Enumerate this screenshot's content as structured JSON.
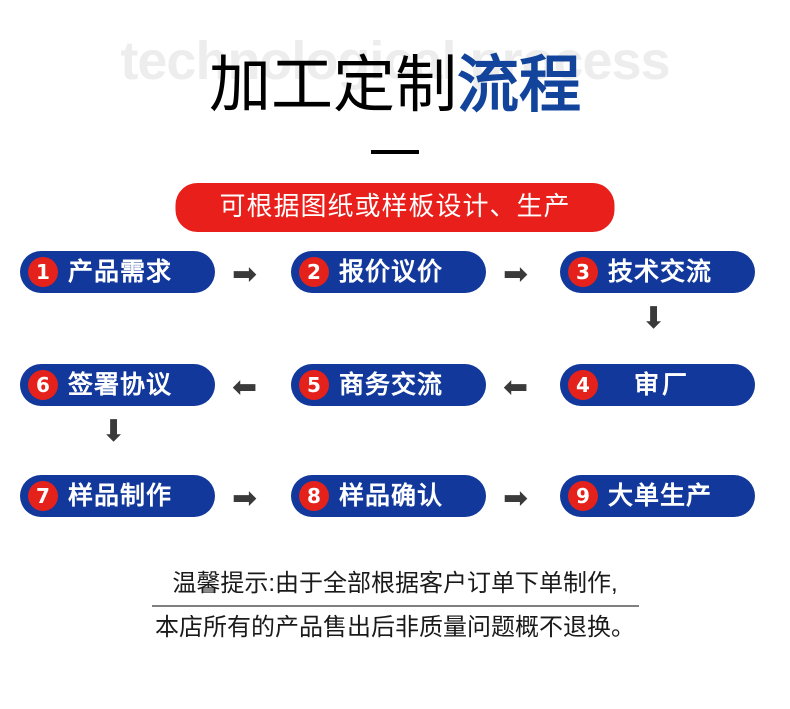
{
  "header": {
    "watermark": "technological process",
    "title_black": "加工定制",
    "title_blue": "流程"
  },
  "banner": {
    "text": "可根据图纸或样板设计、生产"
  },
  "colors": {
    "pill_blue": "#12389b",
    "badge_red": "#e5211c",
    "banner_red": "#e81f1a",
    "title_blue": "#13449c",
    "arrow_gray": "#3a3a3a",
    "watermark_gray": "#ededed"
  },
  "flow": {
    "steps": [
      {
        "number": "1",
        "label": "产品需求"
      },
      {
        "number": "2",
        "label": "报价议价"
      },
      {
        "number": "3",
        "label": "技术交流"
      },
      {
        "number": "4",
        "label": "审厂"
      },
      {
        "number": "5",
        "label": "商务交流"
      },
      {
        "number": "6",
        "label": "签署协议"
      },
      {
        "number": "7",
        "label": "样品制作"
      },
      {
        "number": "8",
        "label": "样品确认"
      },
      {
        "number": "9",
        "label": "大单生产"
      }
    ],
    "arrows": [
      {
        "glyph": "➡"
      },
      {
        "glyph": "➡"
      },
      {
        "glyph": "⬇"
      },
      {
        "glyph": "⬅"
      },
      {
        "glyph": "⬅"
      },
      {
        "glyph": "⬇"
      },
      {
        "glyph": "➡"
      },
      {
        "glyph": "➡"
      }
    ]
  },
  "footer": {
    "line1": "温馨提示:由于全部根据客户订单下单制作,",
    "line2": "本店所有的产品售出后非质量问题概不退换。"
  }
}
